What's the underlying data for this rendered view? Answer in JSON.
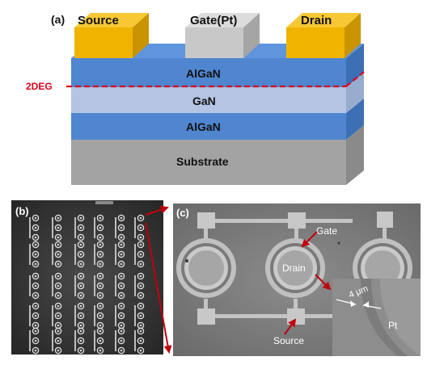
{
  "panel_a": {
    "tag": "(a)",
    "source": "Source",
    "gate": "Gate(Pt)",
    "drain": "Drain",
    "layer_top": "AlGaN",
    "layer_gan": "GaN",
    "layer_bottom": "AlGaN",
    "substrate": "Substrate",
    "twodeg": "2DEG"
  },
  "panel_b": {
    "tag": "(b)"
  },
  "panel_c": {
    "tag": "(c)",
    "gate": "Gate",
    "drain": "Drain",
    "source": "Source",
    "scale": "4 μm",
    "pt": "Pt"
  },
  "colors": {
    "contact": "#f0b400",
    "gate_metal": "#c8c8c8",
    "algan": "#4f86cf",
    "gan": "#b4c4e2",
    "substrate": "#a3a3a3",
    "twodeg_line": "#e0001a",
    "arrow": "#c0000e"
  }
}
